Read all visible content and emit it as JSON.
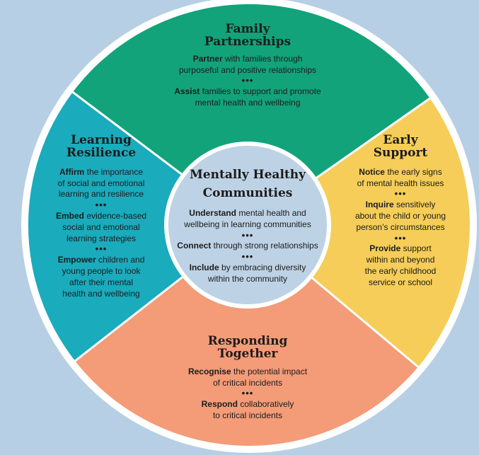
{
  "colors": {
    "background": "#b7cfe4",
    "family": "#12a37a",
    "early": "#f5cd58",
    "responding": "#f49b78",
    "learning": "#1aabbd",
    "center": "#bdd2e5",
    "ring": "#ffffff"
  },
  "separator": "•••",
  "center": {
    "title": [
      "Mentally Healthy",
      "Communities"
    ],
    "items": [
      {
        "bold": "Understand",
        "rest": [
          "mental health and",
          "wellbeing in learning communities"
        ]
      },
      {
        "bold": "Connect",
        "rest": [
          "through strong relationships"
        ]
      },
      {
        "bold": "Include",
        "rest": [
          "by embracing diversity",
          "within the community"
        ]
      }
    ]
  },
  "family": {
    "title": [
      "Family",
      "Partnerships"
    ],
    "items": [
      {
        "bold": "Partner",
        "rest": [
          "with families through",
          "purposeful and positive relationships"
        ]
      },
      {
        "bold": "Assist",
        "rest": [
          "families to support and promote",
          "mental health and wellbeing"
        ]
      }
    ]
  },
  "early": {
    "title": [
      "Early",
      "Support"
    ],
    "items": [
      {
        "bold": "Notice",
        "rest": [
          "the early signs",
          "of mental health issues"
        ]
      },
      {
        "bold": "Inquire",
        "rest": [
          "sensitively",
          "about the child or young",
          "person’s circumstances"
        ]
      },
      {
        "bold": "Provide",
        "rest": [
          "support",
          "within and beyond",
          "the early childhood",
          "service or school"
        ]
      }
    ]
  },
  "responding": {
    "title": [
      "Responding",
      "Together"
    ],
    "items": [
      {
        "bold": "Recognise",
        "rest": [
          "the potential impact",
          "of critical incidents"
        ]
      },
      {
        "bold": "Respond",
        "rest": [
          "collaboratively",
          "to critical incidents"
        ]
      }
    ]
  },
  "learning": {
    "title": [
      "Learning",
      "Resilience"
    ],
    "items": [
      {
        "bold": "Affirm",
        "rest": [
          "the importance",
          "of social and emotional",
          "learning and resilience"
        ]
      },
      {
        "bold": "Embed",
        "rest": [
          "evidence-based",
          "social and emotional",
          "learning strategies"
        ]
      },
      {
        "bold": "Empower",
        "rest": [
          "children and",
          "young people to look",
          "after their mental",
          "health and wellbeing"
        ]
      }
    ]
  }
}
